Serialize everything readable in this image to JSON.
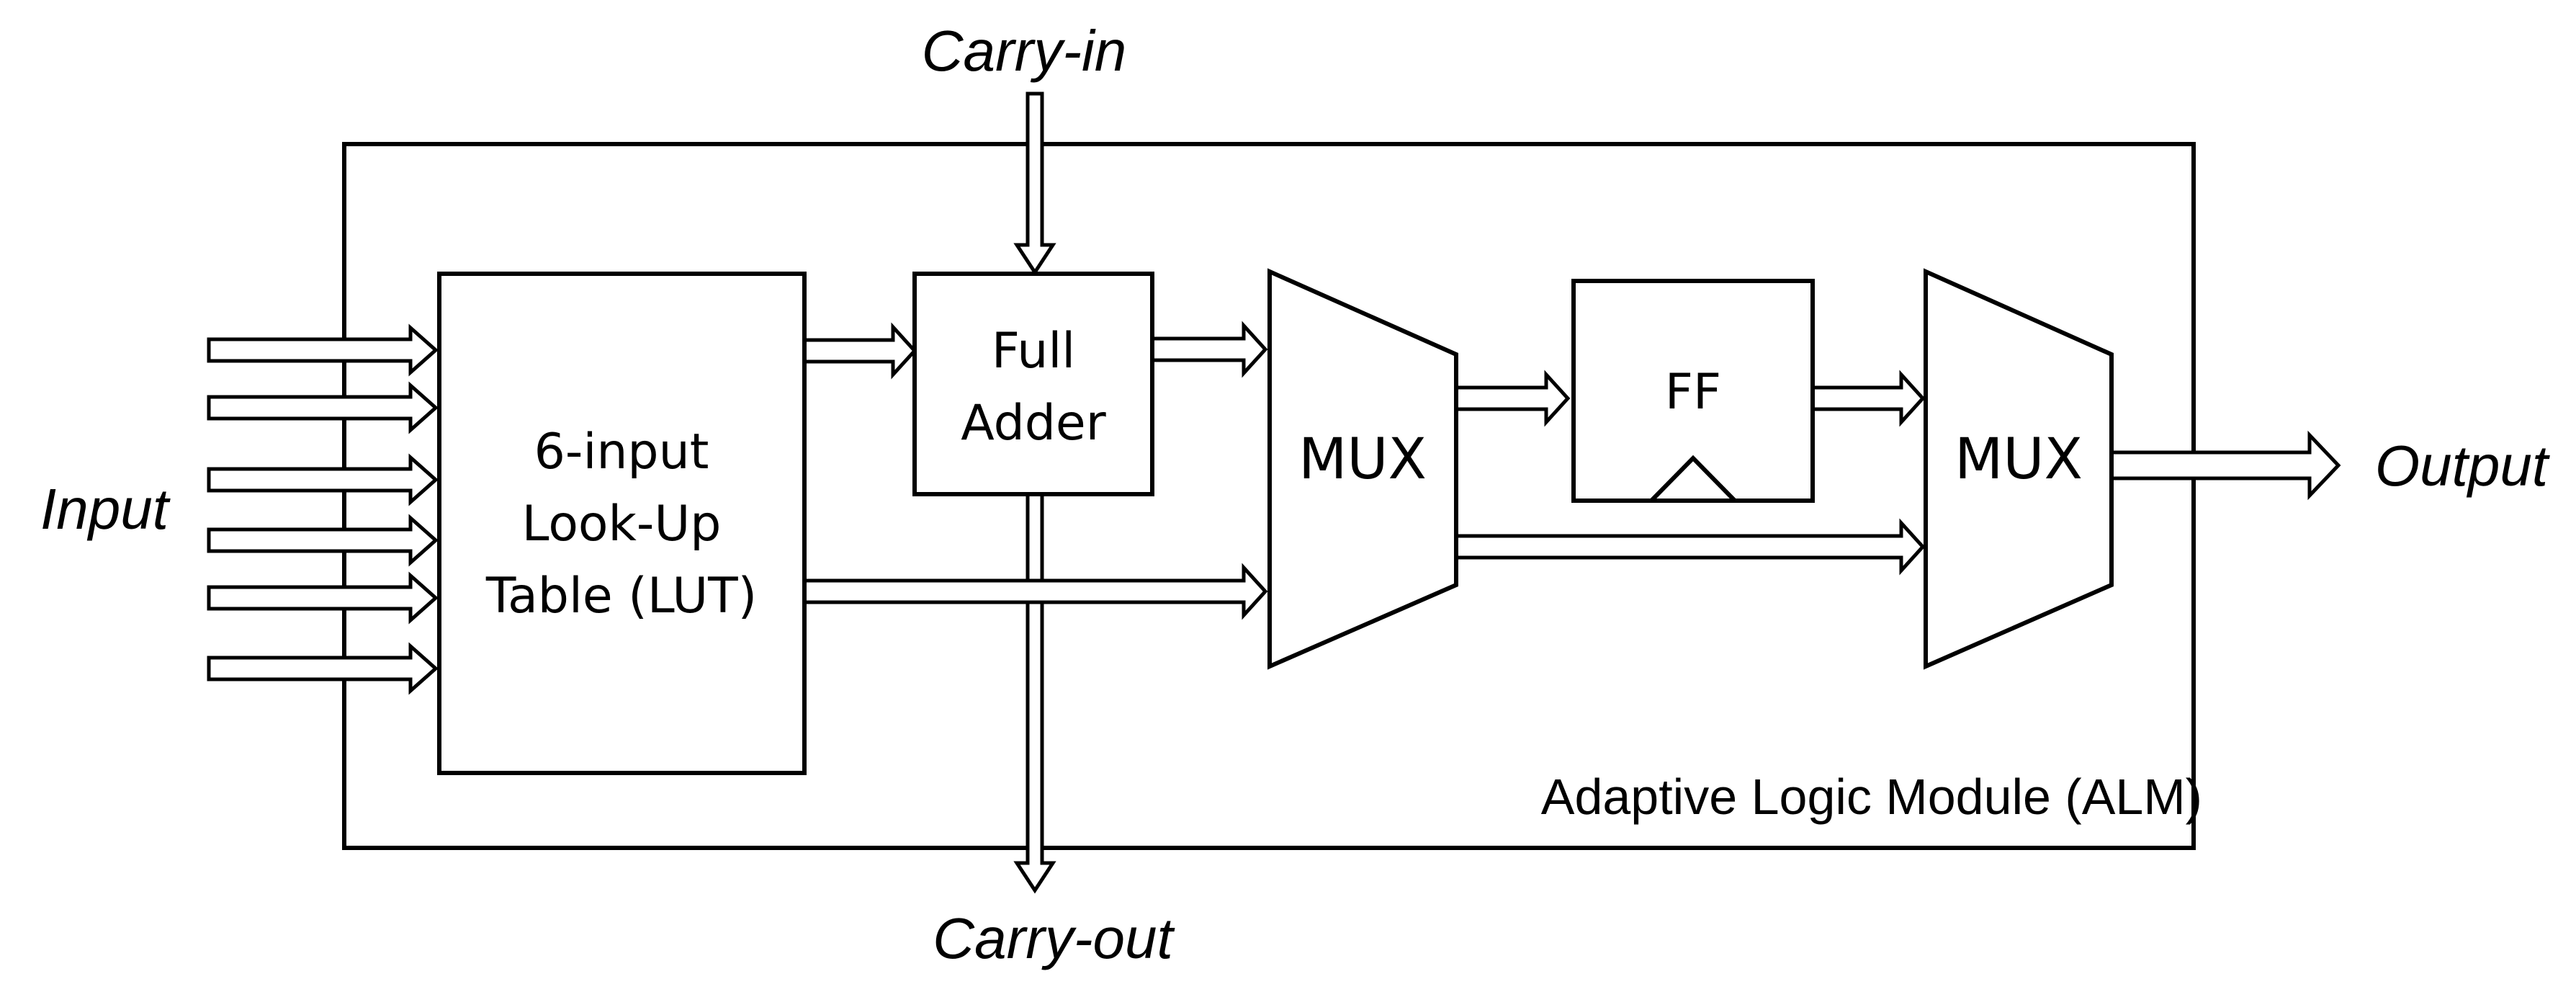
{
  "colors": {
    "stroke": "#000000",
    "fill": "#ffffff"
  },
  "labels": {
    "carry_in": "Carry-in",
    "carry_out": "Carry-out",
    "input": "Input",
    "output": "Output",
    "alm": "Adaptive Logic Module (ALM)"
  },
  "blocks": {
    "lut": {
      "line1": "6-input",
      "line2": "Look-Up",
      "line3": "Table (LUT)"
    },
    "adder": {
      "line1": "Full",
      "line2": "Adder"
    },
    "mux1": "MUX",
    "ff": "FF",
    "mux2": "MUX"
  }
}
